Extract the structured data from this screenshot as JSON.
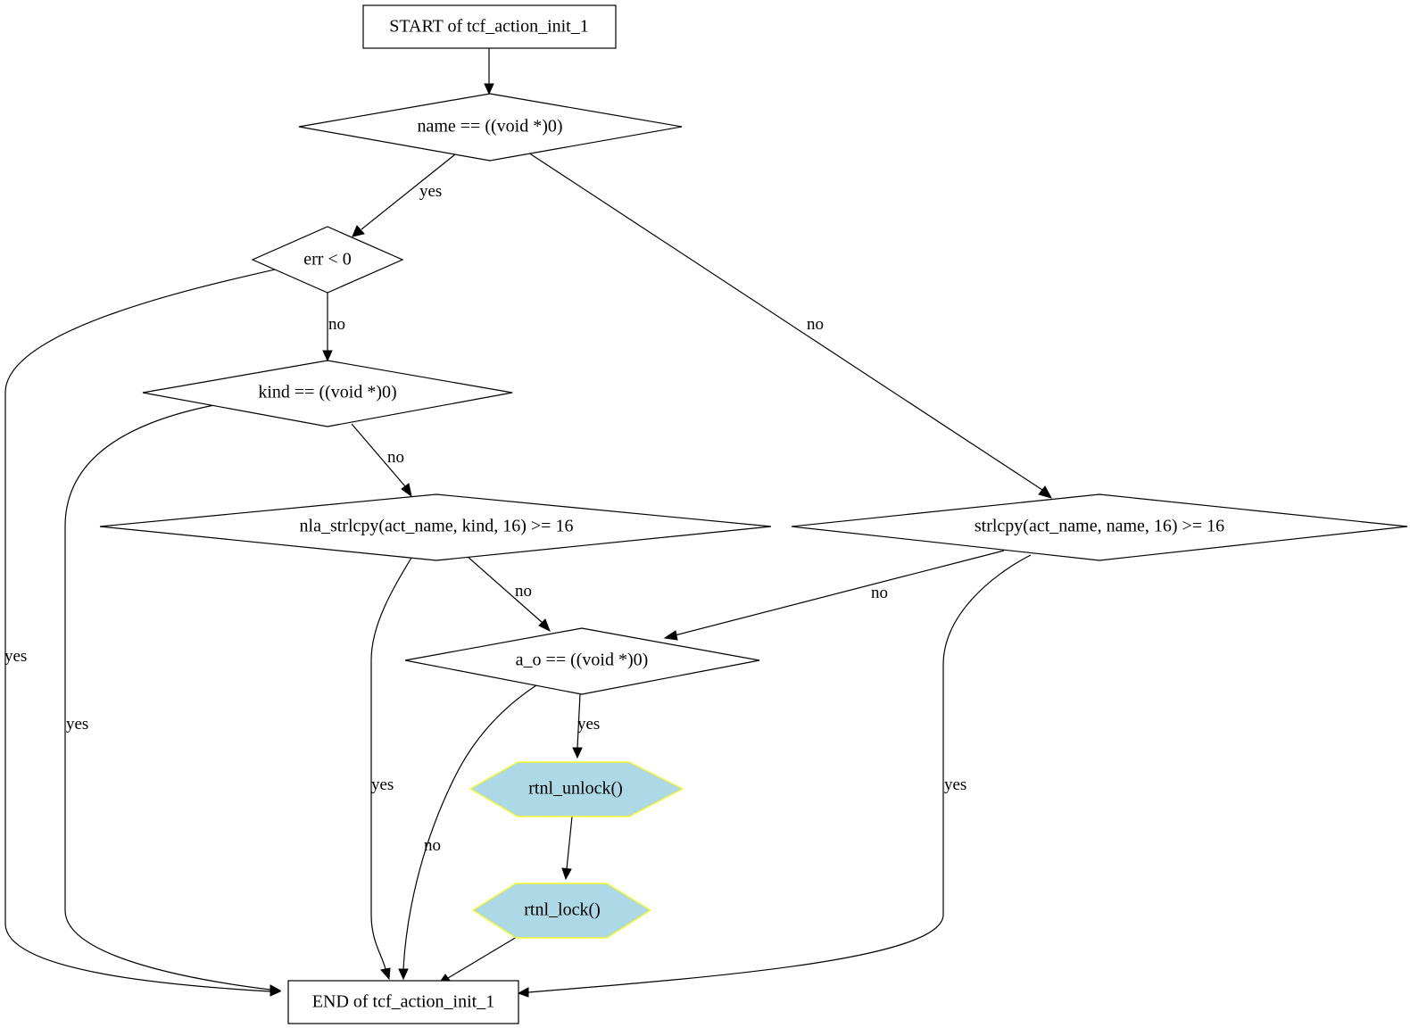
{
  "nodes": {
    "start": {
      "label": "START of tcf_action_init_1",
      "shape": "box"
    },
    "name_null": {
      "label": "name == ((void *)0)",
      "shape": "diamond"
    },
    "err_lt_0": {
      "label": "err < 0",
      "shape": "diamond"
    },
    "kind_null": {
      "label": "kind == ((void *)0)",
      "shape": "diamond"
    },
    "nla_strlcpy": {
      "label": "nla_strlcpy(act_name, kind, 16) >= 16",
      "shape": "diamond"
    },
    "strlcpy": {
      "label": "strlcpy(act_name, name, 16) >= 16",
      "shape": "diamond"
    },
    "a_o_null": {
      "label": "a_o == ((void *)0)",
      "shape": "diamond"
    },
    "rtnl_unlock": {
      "label": "rtnl_unlock()",
      "shape": "hexagon",
      "fill": "#add8e6",
      "stroke": "#ffff00"
    },
    "rtnl_lock": {
      "label": "rtnl_lock()",
      "shape": "hexagon",
      "fill": "#add8e6",
      "stroke": "#ffff00"
    },
    "end": {
      "label": "END of tcf_action_init_1",
      "shape": "box"
    }
  },
  "edges": {
    "start_to_name": {
      "from": "start",
      "to": "name_null",
      "label": ""
    },
    "name_yes": {
      "from": "name_null",
      "to": "err_lt_0",
      "label": "yes"
    },
    "name_no": {
      "from": "name_null",
      "to": "strlcpy",
      "label": "no"
    },
    "err_yes": {
      "from": "err_lt_0",
      "to": "end",
      "label": "yes"
    },
    "err_no": {
      "from": "err_lt_0",
      "to": "kind_null",
      "label": "no"
    },
    "kind_yes": {
      "from": "kind_null",
      "to": "end",
      "label": "yes"
    },
    "kind_no": {
      "from": "kind_null",
      "to": "nla_strlcpy",
      "label": "no"
    },
    "nla_yes": {
      "from": "nla_strlcpy",
      "to": "end",
      "label": "yes"
    },
    "nla_no": {
      "from": "nla_strlcpy",
      "to": "a_o_null",
      "label": "no"
    },
    "strlcpy_no": {
      "from": "strlcpy",
      "to": "a_o_null",
      "label": "no"
    },
    "strlcpy_yes": {
      "from": "strlcpy",
      "to": "end",
      "label": "yes"
    },
    "ao_yes": {
      "from": "a_o_null",
      "to": "rtnl_unlock",
      "label": "yes"
    },
    "ao_no": {
      "from": "a_o_null",
      "to": "end",
      "label": "no"
    },
    "unlock_to_lock": {
      "from": "rtnl_unlock",
      "to": "rtnl_lock",
      "label": ""
    },
    "lock_to_end": {
      "from": "rtnl_lock",
      "to": "end",
      "label": ""
    }
  }
}
